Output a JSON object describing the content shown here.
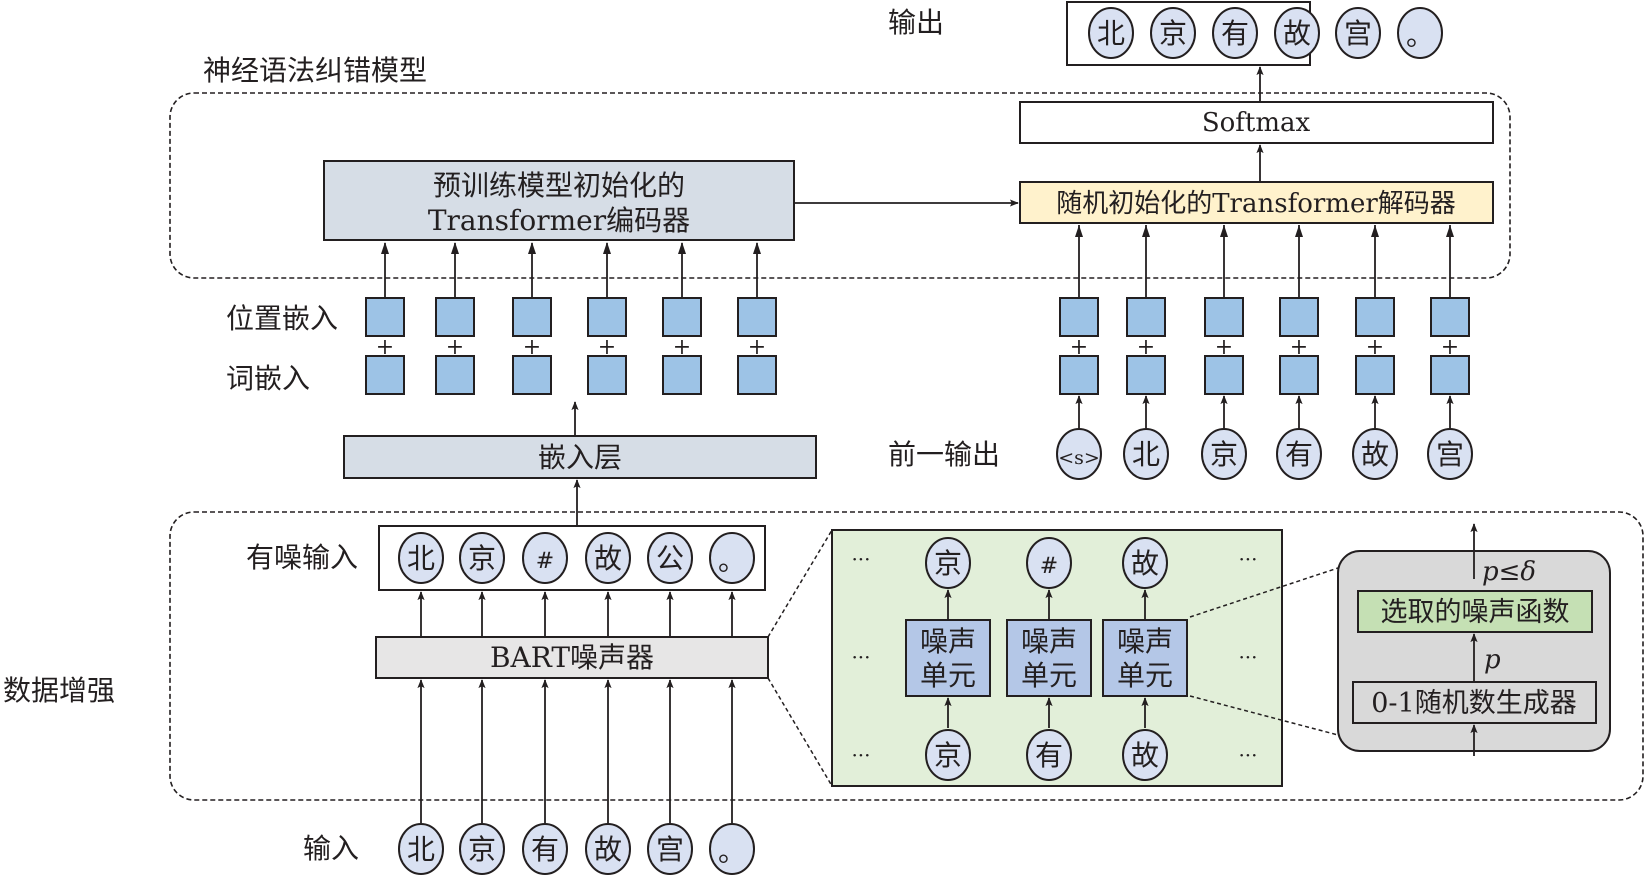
{
  "colors": {
    "token_fill": "#d9e1f2",
    "encoder_fill": "#d6dde6",
    "decoder_fill": "#fff2cc",
    "embed_square_fill": "#9dc3e6",
    "noise_unit_fill": "#b4c7e7",
    "noise_panel_fill": "#e2efd9",
    "selector_fill": "#c5e0b4",
    "gray_panel_fill": "#d9d9d9",
    "noiser_fill": "#e7e6e6",
    "stroke": "#231f20"
  },
  "labels": {
    "model_title": "神经语法纠错模型",
    "output": "输出",
    "position_embedding": "位置嵌入",
    "word_embedding": "词嵌入",
    "previous_output": "前一输出",
    "noisy_input": "有噪输入",
    "data_augmentation": "数据增强",
    "input": "输入"
  },
  "blocks": {
    "encoder_line1": "预训练模型初始化的",
    "encoder_line2": "Transformer编码器",
    "decoder": "随机初始化的Transformer解码器",
    "softmax": "Softmax",
    "embedding_layer": "嵌入层",
    "bart_noiser": "BART噪声器",
    "noise_unit_line1": "噪声",
    "noise_unit_line2": "单元",
    "selected_noise_fn": "选取的噪声函数",
    "random_generator": "0-1随机数生成器",
    "cond_p": "p≤δ",
    "p": "p",
    "plus": "+",
    "ellipsis": "···"
  },
  "tokens": {
    "output": [
      "北",
      "京",
      "有",
      "故",
      "宫",
      "。"
    ],
    "previous_output": [
      "<s>",
      "北",
      "京",
      "有",
      "故",
      "宫"
    ],
    "noisy_input": [
      "北",
      "京",
      "#",
      "故",
      "公",
      "。"
    ],
    "input": [
      "北",
      "京",
      "有",
      "故",
      "宫",
      "。"
    ],
    "noise_detail_out": [
      "京",
      "#",
      "故"
    ],
    "noise_detail_in": [
      "京",
      "有",
      "故"
    ]
  }
}
